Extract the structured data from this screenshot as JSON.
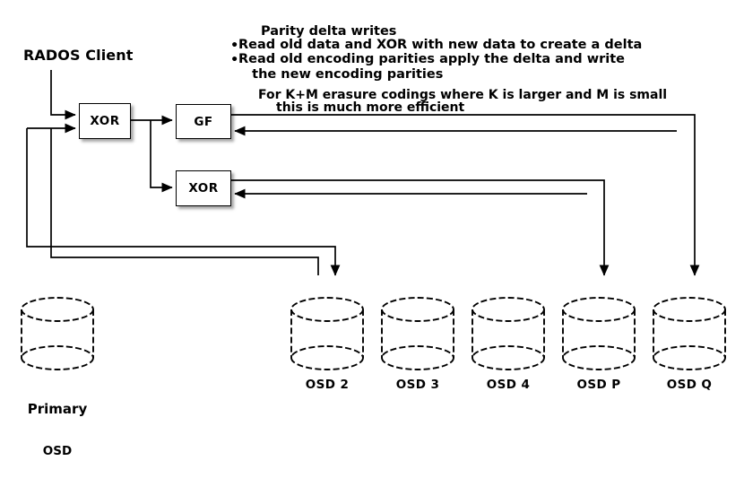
{
  "diagram": {
    "title_note": {
      "heading": "Parity delta writes",
      "bullets": [
        "Read old data and XOR with new data to create a delta",
        "Read old encoding parities apply the delta and write\n   the new encoding parities"
      ]
    },
    "efficiency_note": {
      "line1": "For K+M erasure codings where K is larger and M is small",
      "line2": "this is much more efficient"
    },
    "client": {
      "label": "RADOS Client"
    },
    "nodes": [
      {
        "id": "xor-1",
        "label": "XOR"
      },
      {
        "id": "gf",
        "label": "GF"
      },
      {
        "id": "xor-2",
        "label": "XOR"
      }
    ],
    "stores": [
      {
        "id": "primary-osd",
        "label": "Primary\nOSD",
        "label_line1": "Primary",
        "label_line2": "OSD"
      },
      {
        "id": "osd-2",
        "label": "OSD 2"
      },
      {
        "id": "osd-3",
        "label": "OSD 3"
      },
      {
        "id": "osd-4",
        "label": "OSD 4"
      },
      {
        "id": "osd-p",
        "label": "OSD P"
      },
      {
        "id": "osd-q",
        "label": "OSD Q"
      }
    ],
    "colors": {
      "stroke": "#000000",
      "background": "#ffffff",
      "shadow": "rgba(0,0,0,0.35)"
    },
    "bullet_glyph": "•"
  }
}
